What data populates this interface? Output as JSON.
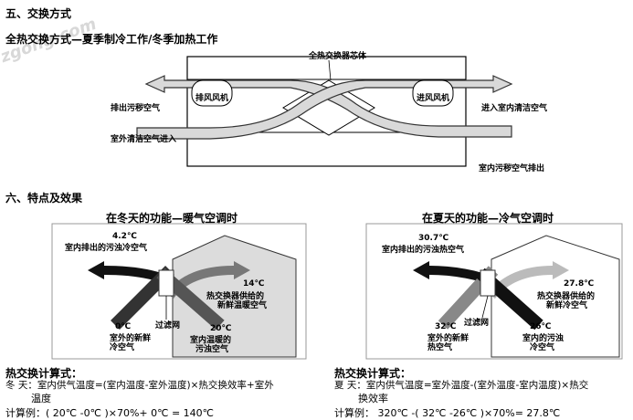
{
  "watermark": "zgong.com",
  "section5": {
    "title": "五、交换方式",
    "subtitle": "全热交换方式—夏季制冷工作/冬季加热工作",
    "diagram": {
      "core_label": "全热交换器芯体",
      "exhaust_fan": "排风风机",
      "supply_fan": "进风风机",
      "left_top": "排出污秽空气",
      "left_bottom": "室外清洁空气进入",
      "right_top": "进入室内清洁空气",
      "right_bottom": "室内污秽空气排出"
    }
  },
  "section6": {
    "title": "六、特点及效果",
    "winter": {
      "title": "在冬天的功能—暖气空调时",
      "t_exhaust": "4.2℃",
      "l_exhaust": "室内排出的污浊冷空气",
      "t_supply": "14℃",
      "l_supply_1": "热交换器供给的",
      "l_supply_2": "新鲜温暖空气",
      "t_outdoor": "0℃",
      "l_outdoor_1": "室外的新鲜",
      "l_outdoor_2": "冷空气",
      "filter": "过滤网",
      "t_indoor": "20℃",
      "l_indoor_1": "室内温暖的",
      "l_indoor_2": "污浊空气"
    },
    "summer": {
      "title": "在夏天的功能—冷气空调时",
      "t_exhaust": "30.7℃",
      "l_exhaust": "室内排出的污浊热空气",
      "t_supply": "27.8℃",
      "l_supply_1": "热交换器供给的",
      "l_supply_2": "新鲜冷空气",
      "t_outdoor": "32℃",
      "l_outdoor_1": "室外的新鲜",
      "l_outdoor_2": "热空气",
      "filter": "过滤网",
      "t_indoor": "26℃",
      "l_indoor_1": "室内的污浊",
      "l_indoor_2": "冷空气"
    }
  },
  "calc": {
    "winter": {
      "heading": "热交换计算式：",
      "formula_1": "冬 天：室内供气温度=(室内温度-室外温度)×热交换效率+室外",
      "formula_2": "温度",
      "example": "计算例：( 20℃ -0℃ )×70%+ 0℃ = 140℃"
    },
    "summer": {
      "heading": "热交换计算式：",
      "formula_1": "夏 天：室内供气温度=室外温度-(室外温度-室内温度)×热交",
      "formula_2": "换效率",
      "example": "计算例：  320℃ -( 32℃ -26℃ )×70%= 27.8℃"
    }
  }
}
